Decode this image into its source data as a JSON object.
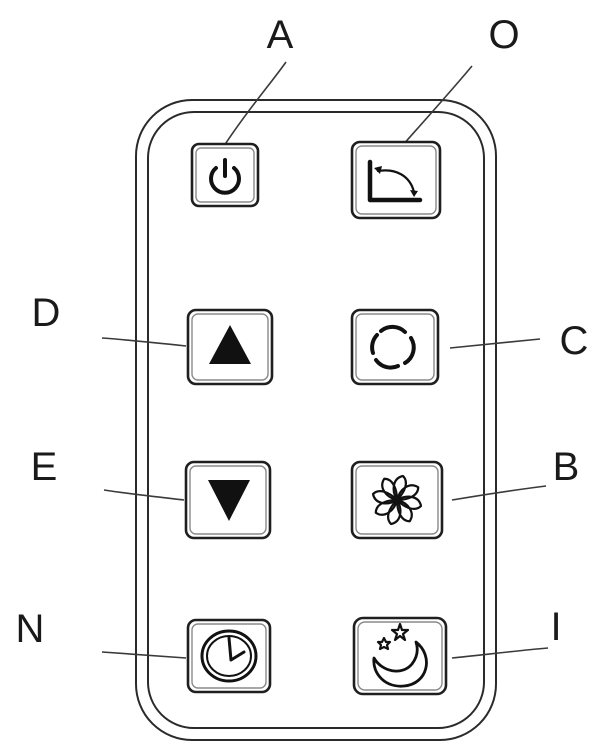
{
  "remote": {
    "buttons": [
      {
        "id": "power",
        "icon": "power-icon"
      },
      {
        "id": "swing",
        "icon": "swing-icon"
      },
      {
        "id": "up",
        "icon": "triangle-up-icon"
      },
      {
        "id": "mode",
        "icon": "mode-cycle-icon"
      },
      {
        "id": "down",
        "icon": "triangle-down-icon"
      },
      {
        "id": "fan",
        "icon": "fan-icon"
      },
      {
        "id": "timer",
        "icon": "clock-icon"
      },
      {
        "id": "sleep",
        "icon": "moon-stars-icon"
      }
    ]
  },
  "labels": {
    "A": "A",
    "O": "O",
    "D": "D",
    "C": "C",
    "E": "E",
    "B": "B",
    "N": "N",
    "I": "I"
  }
}
